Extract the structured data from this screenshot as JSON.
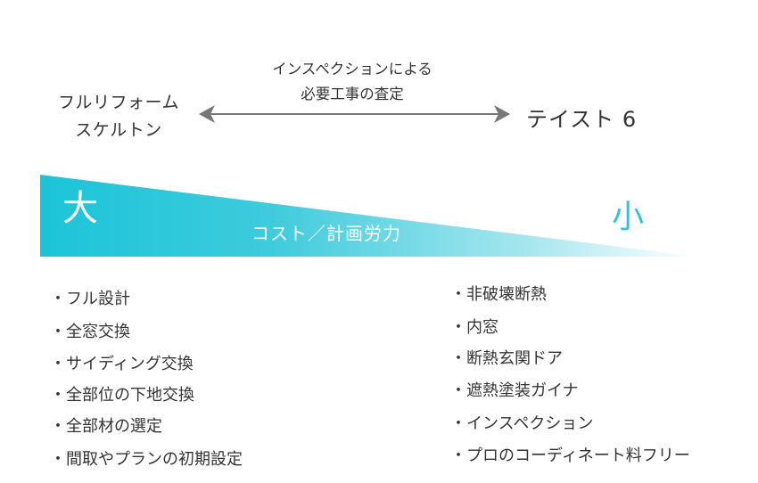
{
  "left_option": {
    "lines": [
      "フルリフォーム",
      "スケルトン"
    ]
  },
  "right_option": {
    "label": "テイスト 6"
  },
  "arrow_caption": {
    "lines": [
      "インスペクションによる",
      "必要工事の査定"
    ]
  },
  "scale_bar": {
    "large_label": "大",
    "small_label": "小",
    "caption": "コスト／計画労力",
    "gradient_start_color": "#1cc4d8",
    "gradient_end_color": "#ffffff",
    "small_label_color": "#2ec3d8"
  },
  "left_items": [
    "フル設計",
    "全窓交換",
    "サイディング交換",
    "全部位の下地交換",
    "全部材の選定",
    "間取やプランの初期設定"
  ],
  "right_items": [
    "非破壊断熱",
    "内窓",
    "断熱玄関ドア",
    "遮熱塗装ガイナ",
    "インスペクション",
    "プロのコーディネート料フリー"
  ]
}
